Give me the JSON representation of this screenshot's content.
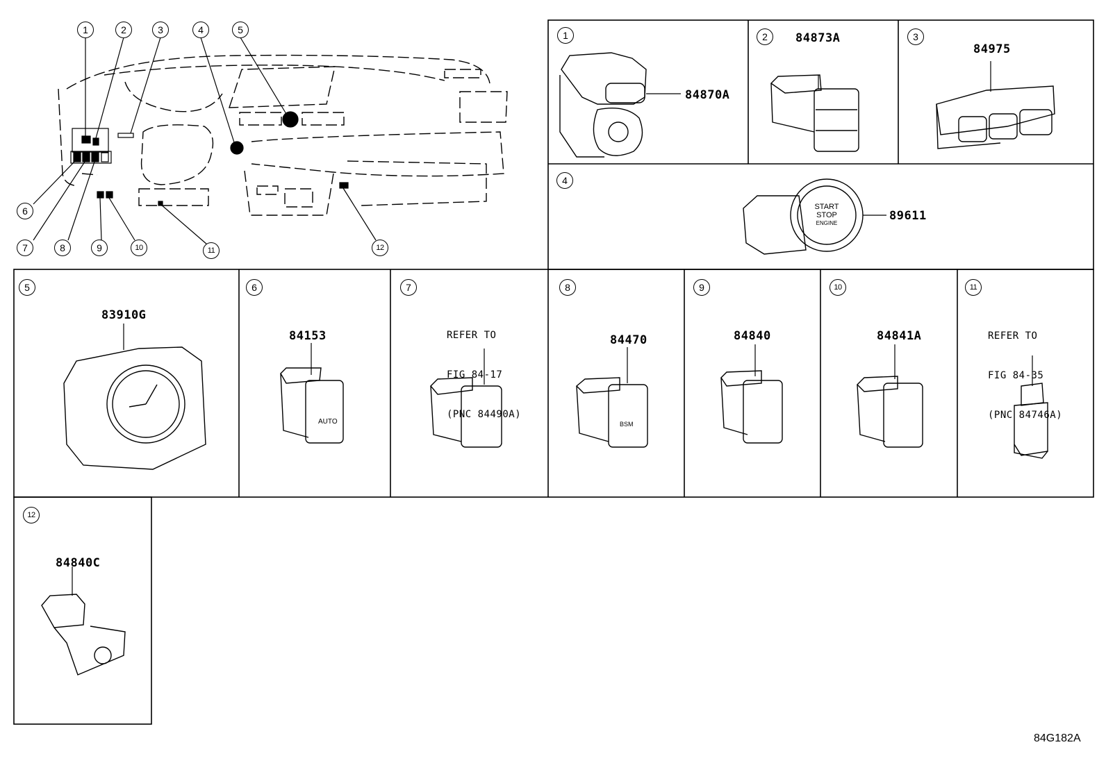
{
  "figure_code": "84G182A",
  "overview": {
    "callout_numbers": [
      "1",
      "2",
      "3",
      "4",
      "5",
      "6",
      "7",
      "8",
      "9",
      "10",
      "11",
      "12"
    ]
  },
  "panels": [
    {
      "num": "1",
      "part": "84870A"
    },
    {
      "num": "2",
      "part": "84873A"
    },
    {
      "num": "3",
      "part": "84975"
    },
    {
      "num": "4",
      "part": "89611",
      "button_text": [
        "START",
        "STOP",
        "ENGINE"
      ]
    },
    {
      "num": "5",
      "part": "83910G"
    },
    {
      "num": "6",
      "part": "84153",
      "icon_text": "AUTO"
    },
    {
      "num": "7",
      "ref_lines": [
        "REFER TO",
        "FIG 84-17",
        "(PNC 84490A)"
      ]
    },
    {
      "num": "8",
      "part": "84470",
      "icon_text": "BSM"
    },
    {
      "num": "9",
      "part": "84840"
    },
    {
      "num": "10",
      "part": "84841A"
    },
    {
      "num": "11",
      "ref_lines": [
        "REFER TO",
        "FIG 84-35",
        "(PNC 84746A)"
      ]
    },
    {
      "num": "12",
      "part": "84840C"
    }
  ]
}
